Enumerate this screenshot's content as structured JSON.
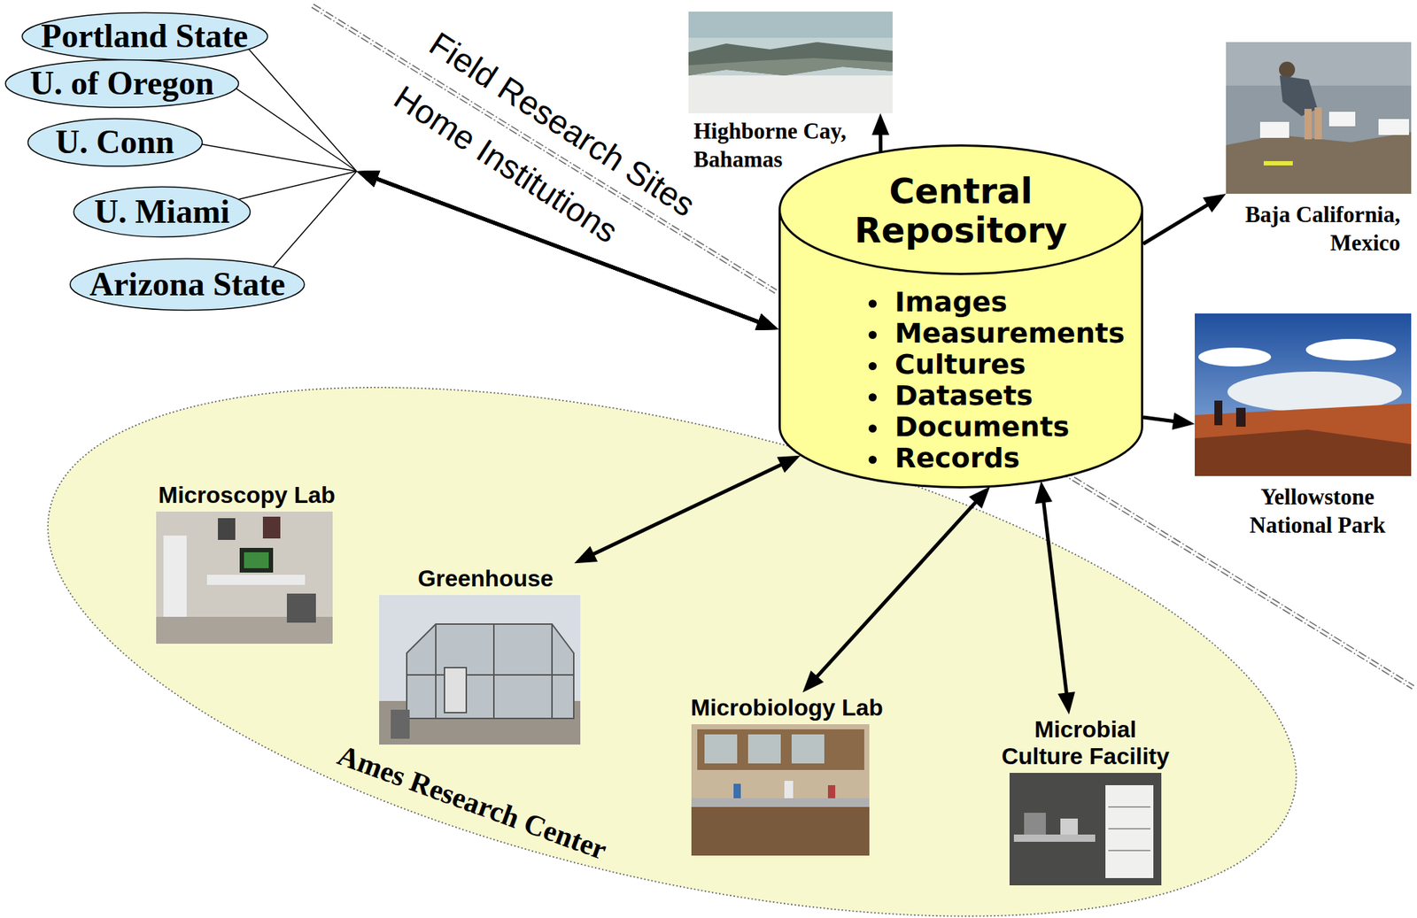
{
  "diagram": {
    "nodes": [
      {
        "text": [
          "Portland State"
        ]
      },
      {
        "text": [
          "U. of Oregon"
        ]
      },
      {
        "text": [
          "U. Conn"
        ]
      },
      {
        "text": [
          "U. Miami"
        ]
      },
      {
        "text": [
          "Arizona State"
        ]
      },
      {
        "text": [
          "Highborne Cay, Bahamas"
        ]
      },
      {
        "text": [
          "Central Repository",
          "Images",
          "Measurements",
          "Cultures",
          "Datasets",
          "Documents",
          "Records"
        ]
      },
      {
        "text": [
          "Baja California, Mexico"
        ]
      },
      {
        "text": [
          "Yellowstone National Park"
        ]
      },
      {
        "text": [
          "Ames Research Center"
        ]
      },
      {
        "text": [
          "Microscopy Lab"
        ],
        "in": 9
      },
      {
        "text": [
          "Greenhouse"
        ],
        "in": 9
      },
      {
        "text": [
          "Microbiology Lab"
        ],
        "in": 9
      },
      {
        "text": [
          "Microbial Culture Facility"
        ],
        "in": 9
      }
    ],
    "edges": [
      {
        "from": 0,
        "to": 6,
        "arrow": "both"
      },
      {
        "from": 1,
        "to": 6,
        "arrow": "both"
      },
      {
        "from": 2,
        "to": 6,
        "arrow": "both"
      },
      {
        "from": 3,
        "to": 6,
        "arrow": "both"
      },
      {
        "from": 4,
        "to": 6,
        "arrow": "both"
      },
      {
        "from": 6,
        "to": 5,
        "arrow": "to"
      },
      {
        "from": 6,
        "to": 7,
        "arrow": "to"
      },
      {
        "from": 6,
        "to": 8,
        "arrow": "to"
      },
      {
        "from": 6,
        "to": 11,
        "arrow": "both"
      },
      {
        "from": 6,
        "to": 12,
        "arrow": "both"
      },
      {
        "from": 6,
        "to": 13,
        "arrow": "both"
      }
    ],
    "labels": [
      "Field Research Sites",
      "Home Institutions"
    ]
  }
}
